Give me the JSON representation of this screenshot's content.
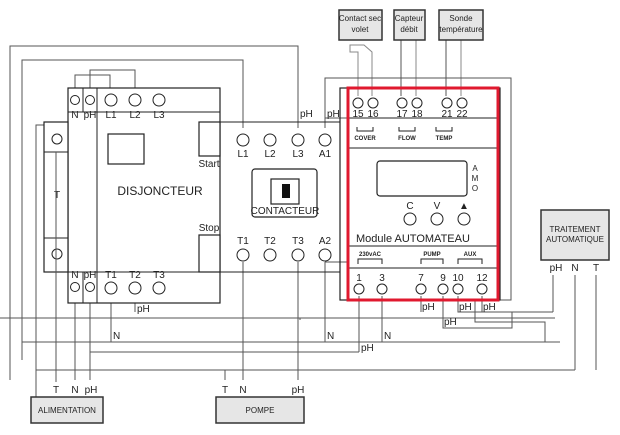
{
  "external_devices": {
    "contact_sec_volet": [
      "Contact sec",
      "volet"
    ],
    "capteur_debit": [
      "Capteur",
      "débit"
    ],
    "sonde_temperature": [
      "Sonde",
      "température"
    ],
    "traitement_automatique": [
      "TRAITEMENT",
      "AUTOMATIQUE"
    ],
    "alimentation": "ALIMENTATION",
    "pompe": "POMPE"
  },
  "disjoncteur": {
    "title": "DISJONCTEUR",
    "top_terminals": [
      "N",
      "pH",
      "L1",
      "L2",
      "L3"
    ],
    "bottom_terminals": [
      "N",
      "pH",
      "T1",
      "T2",
      "T3"
    ],
    "side_label": "T",
    "start_label": "Start",
    "stop_label": "Stop"
  },
  "contacteur": {
    "title": "CONTACTEUR",
    "top_terminals": [
      "L1",
      "L2",
      "L3",
      "A1"
    ],
    "bottom_terminals": [
      "T1",
      "T2",
      "T3",
      "A2"
    ]
  },
  "module": {
    "title": "Module AUTOMATEAU",
    "top_terminals": [
      "15",
      "16",
      "17",
      "18",
      "21",
      "22"
    ],
    "top_groups": [
      "COVER",
      "FLOW",
      "TEMP"
    ],
    "bottom_groups": [
      "230vAC",
      "PUMP",
      "AUX"
    ],
    "bottom_terminals": [
      "1",
      "3",
      "7",
      "9",
      "10",
      "12"
    ],
    "buttons": [
      "C",
      "V",
      "▲"
    ],
    "modes": [
      "A",
      "M",
      "O"
    ],
    "highlight_color": "#e0192f"
  },
  "wire_labels": {
    "ph": "pH",
    "n": "N",
    "t": "T"
  },
  "traitement_terminals": [
    "pH",
    "N",
    "T"
  ],
  "alimentation_terminals": [
    "T",
    "N",
    "pH"
  ],
  "pompe_terminals": [
    "T",
    "N",
    "pH"
  ]
}
